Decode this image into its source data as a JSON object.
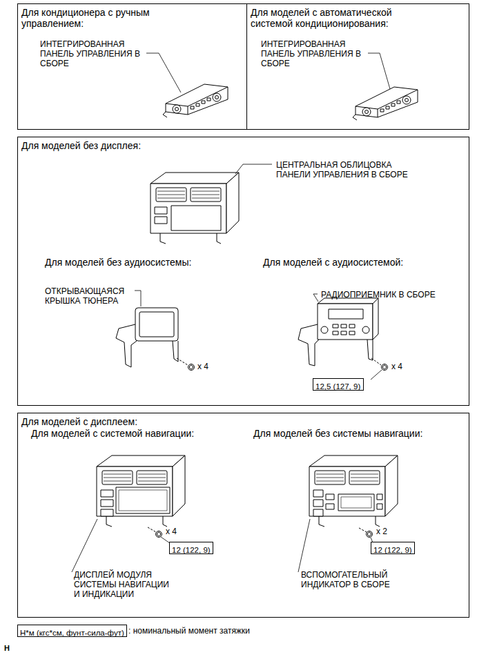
{
  "diagram": {
    "nodes": [
      {
        "text": [
          "Для кондиционера с ручным управлением:"
        ]
      },
      {
        "text": [
          "Для моделей с автоматической системой кондиционирования:"
        ]
      },
      {
        "text": [
          "Для моделей без дисплея:"
        ]
      },
      {
        "text": [
          "12,5 (127, 9)"
        ],
        "in": 2
      },
      {
        "text": [
          "Для моделей с дисплеем:"
        ]
      },
      {
        "text": [
          "12 (122, 9)"
        ],
        "in": 4
      },
      {
        "text": [
          "12 (122, 9)"
        ],
        "in": 4
      },
      {
        "text": [
          "Н*м (кгс*см, фунт-сила-фут)"
        ]
      }
    ],
    "labels": [
      "ИНТЕГРИРОВАННАЯ ПАНЕЛЬ УПРАВЛЕНИЯ В СБОРЕ",
      "ИНТЕГРИРОВАННАЯ ПАНЕЛЬ УПРАВЛЕНИЯ В СБОРЕ",
      "ЦЕНТРАЛЬНАЯ ОБЛИЦОВКА ПАНЕЛИ УПРАВЛЕНИЯ В СБОРЕ",
      "Для моделей без аудиосистемы:",
      "Для моделей с аудиосистемой:",
      "ОТКРЫВАЮЩАЯСЯ КРЫШКА ТЮНЕРА",
      "РАДИОПРИЕМНИК В СБОРЕ",
      "x 4",
      "x 4",
      "Для моделей с системой навигации:",
      "Для моделей без системы навигации:",
      "x 4",
      "x 2",
      "ДИСПЛЕЙ МОДУЛЯ СИСТЕМЫ НАВИГАЦИИ И ИНДИКАЦИИ",
      "ВСПОМОГАТЕЛЬНЫЙ ИНДИКАТОР В СБОРЕ",
      ": номинальный момент затяжки",
      "H"
    ]
  }
}
